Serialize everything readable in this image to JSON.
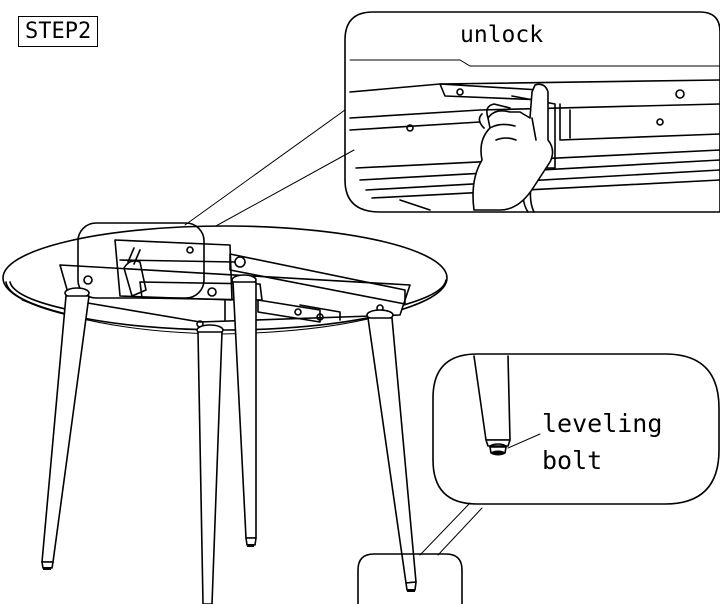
{
  "labels": {
    "step": "STEP2",
    "unlock": "unlock",
    "leveling": "leveling",
    "bolt": "bolt"
  }
}
